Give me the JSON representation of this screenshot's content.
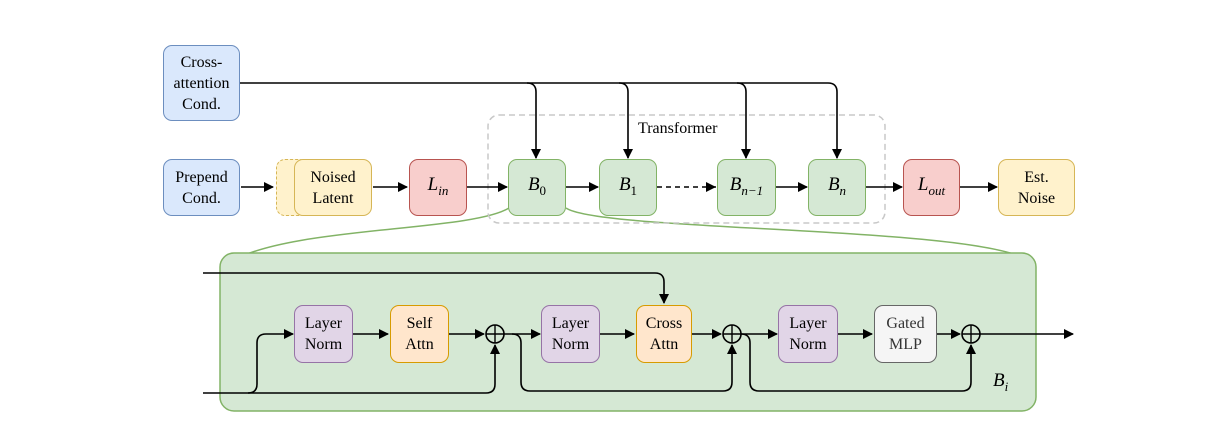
{
  "inputs": {
    "cross_attention": "Cross-\nattention\nCond.",
    "prepend": "Prepend\nCond.",
    "noised_latent": "Noised\nLatent"
  },
  "layers": {
    "l_in": {
      "main": "L",
      "sub": "in"
    },
    "l_out": {
      "main": "L",
      "sub": "out"
    }
  },
  "transformer": {
    "label": "Transformer",
    "blocks": [
      {
        "main": "B",
        "sub": "0"
      },
      {
        "main": "B",
        "sub": "1"
      },
      {
        "main": "B",
        "sub": "n−1"
      },
      {
        "main": "B",
        "sub": "n"
      }
    ]
  },
  "output": "Est.\nNoise",
  "block_detail": {
    "label": {
      "main": "B",
      "sub": "i"
    },
    "layer_norm_1": "Layer\nNorm",
    "self_attn": "Self\nAttn",
    "layer_norm_2": "Layer\nNorm",
    "cross_attn": "Cross\nAttn",
    "layer_norm_3": "Layer\nNorm",
    "gated_mlp": "Gated\nMLP"
  }
}
